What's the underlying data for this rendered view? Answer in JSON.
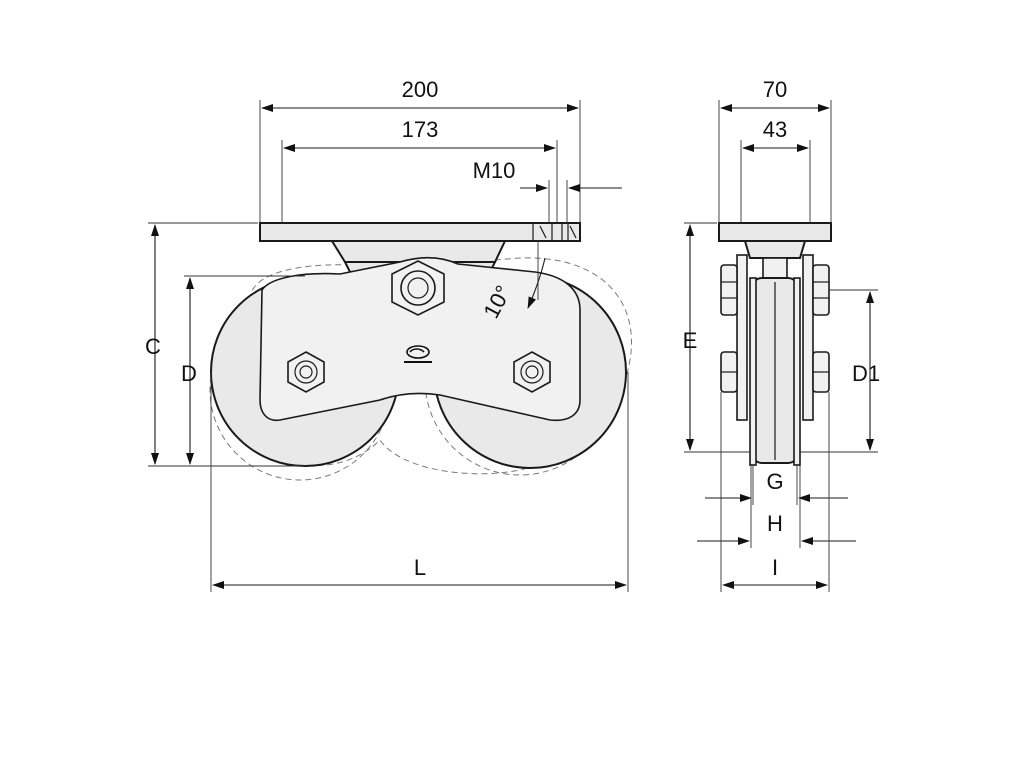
{
  "labels": {
    "width_200": "200",
    "width_173": "173",
    "thread_m10": "M10",
    "angle_10": "10°",
    "height_c": "C",
    "height_d": "D",
    "length_l": "L",
    "side_70": "70",
    "side_43": "43",
    "height_e": "E",
    "height_d1": "D1",
    "width_g": "G",
    "width_h": "H",
    "width_i": "I"
  }
}
